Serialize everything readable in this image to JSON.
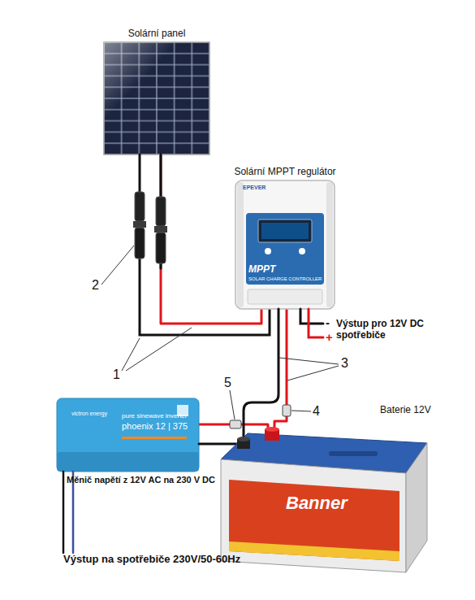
{
  "diagram": {
    "nodes": [
      {
        "text": [
          "Solární panel"
        ]
      },
      {
        "text": [
          "Solární MPPT regulátor"
        ]
      },
      {
        "text": [
          "Měnič napětí z 12V AC na 230 V DC"
        ]
      },
      {
        "text": [
          "Baterie 12V"
        ]
      }
    ],
    "edges": [
      {
        "from": 0,
        "to": 1,
        "arrow": "none"
      },
      {
        "from": 1,
        "to": 3,
        "arrow": "none"
      },
      {
        "from": 2,
        "to": 3,
        "arrow": "none"
      }
    ],
    "labels": [
      "1",
      "2",
      "3",
      "4",
      "5",
      "-",
      "+",
      "Výstup pro 12V DC spotřebiče",
      "EPEVER",
      "MPPT",
      "SOLAR CHARGE CONTROLLER",
      "victron energy",
      "pure sinewave inverter",
      "phoenix 12 | 375",
      "Banner",
      "Výstup na spotřebiče 230V/50-60Hz"
    ]
  }
}
